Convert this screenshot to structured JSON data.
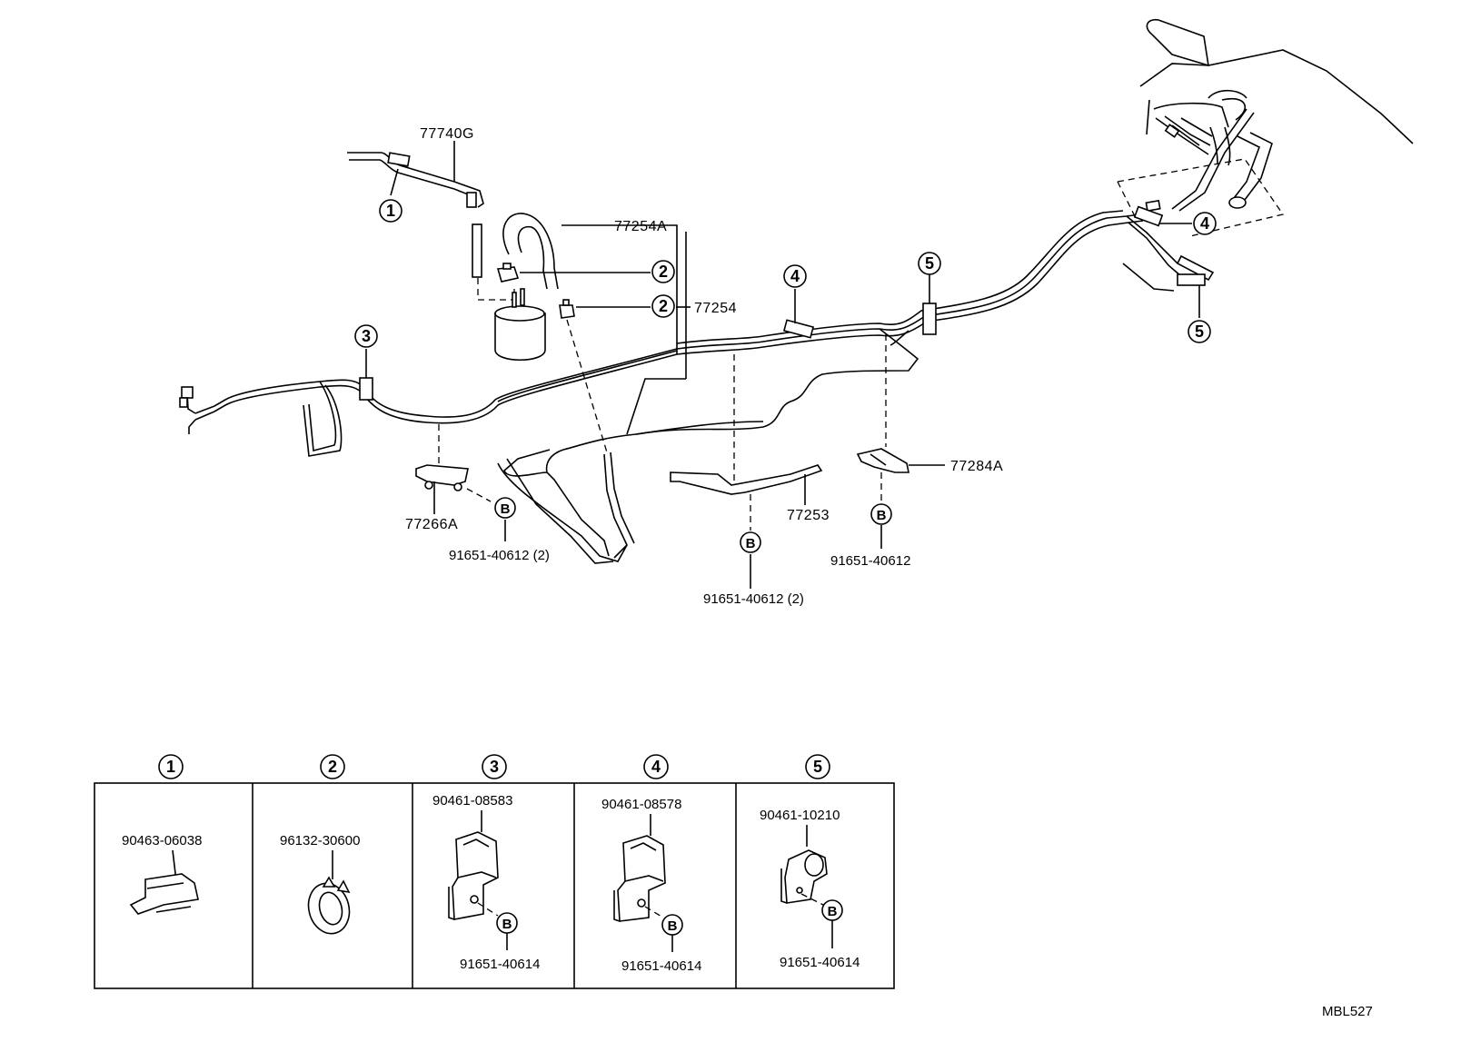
{
  "parts": {
    "p77740G": "77740G",
    "p77254A": "77254A",
    "p77254": "77254",
    "p77266A": "77266A",
    "p77253": "77253",
    "p77284A": "77284A",
    "bolt_2a": "91651-40612 (2)",
    "bolt_2b": "91651-40612 (2)",
    "bolt_1": "91651-40612"
  },
  "callouts": {
    "c1": "1",
    "c2": "2",
    "c3": "3",
    "c4": "4",
    "c5": "5",
    "b": "B"
  },
  "detail_table": {
    "headers": [
      "1",
      "2",
      "3",
      "4",
      "5"
    ],
    "cells": [
      {
        "part": "90463-06038",
        "bolt": ""
      },
      {
        "part": "96132-30600",
        "bolt": ""
      },
      {
        "part": "90461-08583",
        "bolt": "91651-40614"
      },
      {
        "part": "90461-08578",
        "bolt": "91651-40614"
      },
      {
        "part": "90461-10210",
        "bolt": "91651-40614"
      }
    ]
  },
  "figure_code": "MBL527"
}
